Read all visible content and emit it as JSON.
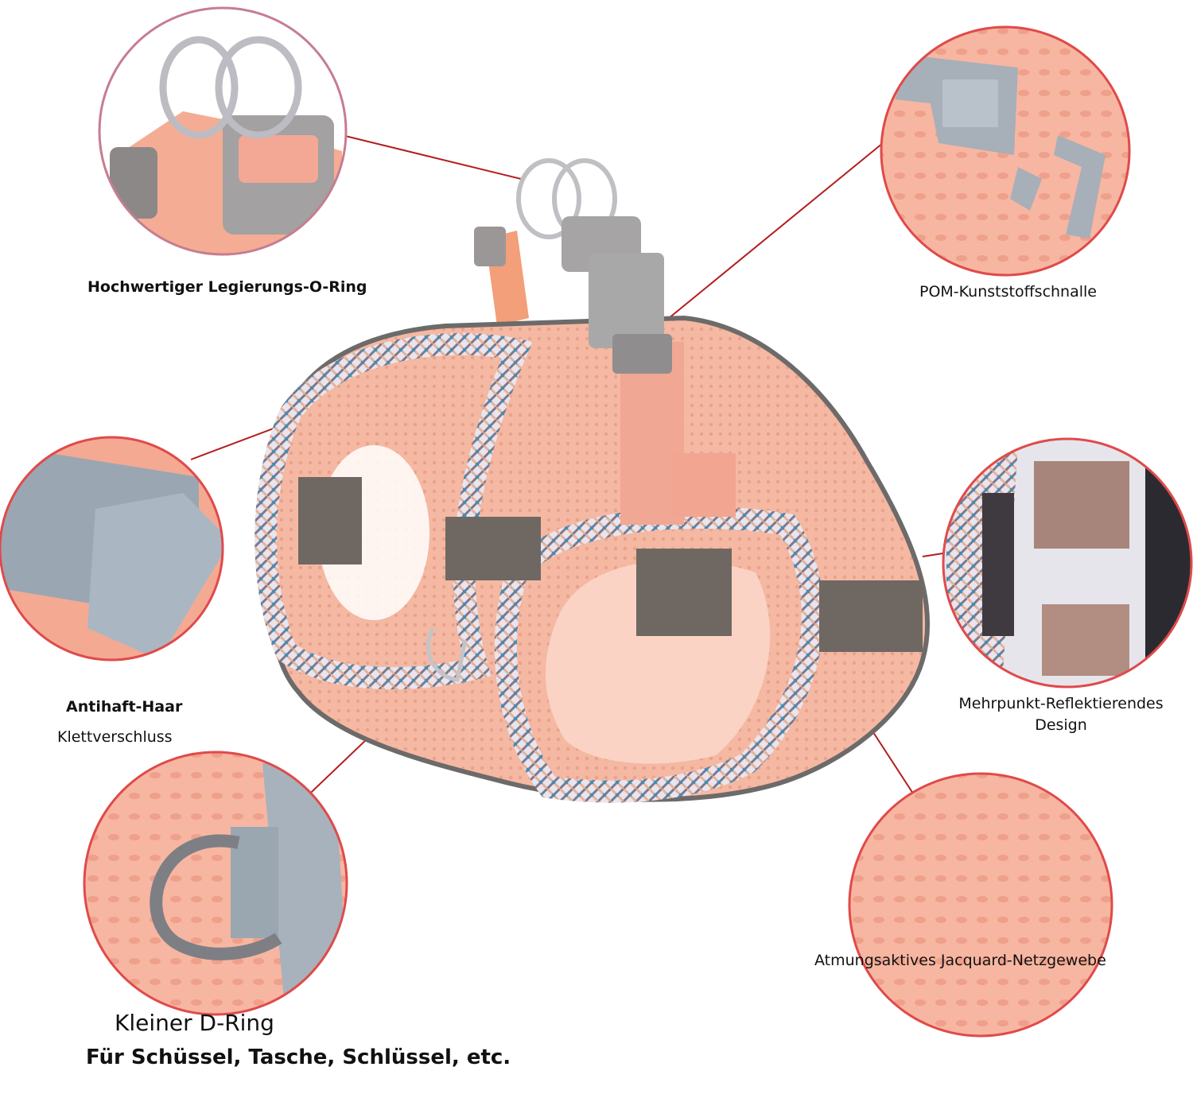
{
  "labels": {
    "o_ring": "Hochwertiger Legierungs-O-Ring",
    "buckle": "POM-Kunststoffschnalle",
    "velcro_line1": "Antihaft-Haar",
    "velcro_line2": "Klettverschluss",
    "reflective": "Mehrpunkt-Reflektierendes Design",
    "d_ring_title": "Kleiner D-Ring",
    "d_ring_sub": "Für Schüssel, Tasche, Schlüssel, etc.",
    "mesh": "Atmungsaktives Jacquard-Netzgewebe"
  },
  "colors": {
    "harness_pink": "#f4b9a4",
    "callout_line": "#b21e1e",
    "circle_border": "#e85a5a",
    "reflective_strip": "#6f6862",
    "buckle_gray": "#a9a8a8",
    "metal": "#c9c9cc"
  }
}
